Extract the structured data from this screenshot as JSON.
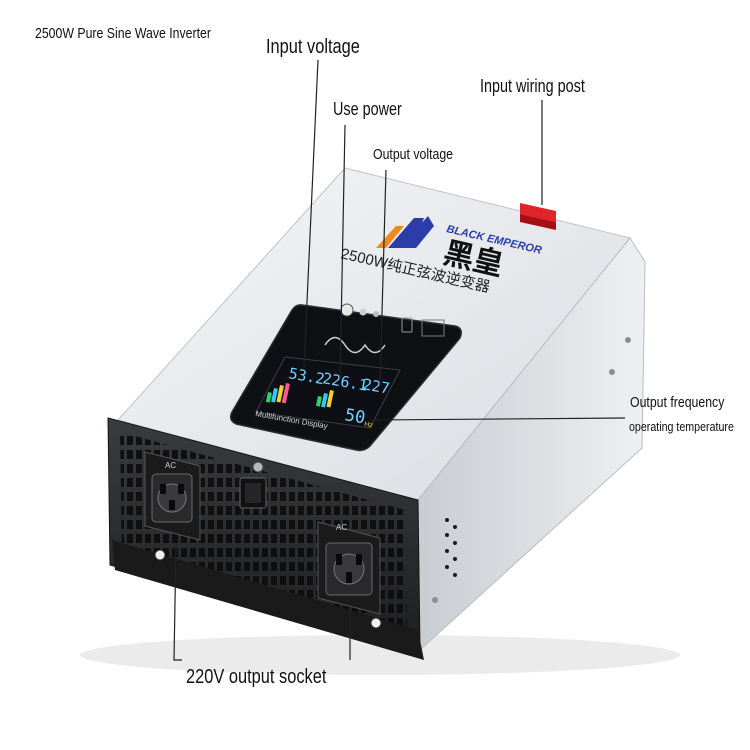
{
  "title": "2500W Pure Sine Wave Inverter",
  "callouts": {
    "input_voltage": "Input voltage",
    "use_power": "Use power",
    "output_voltage": "Output voltage",
    "input_wiring_post": "Input wiring post",
    "output_frequency": "Output frequency",
    "operating_temperature": "operating temperature",
    "output_socket": "220V output socket"
  },
  "device": {
    "brand_en": "BLACK EMPEROR",
    "brand_cn": "黑皇",
    "model_cn": "2500W纯正弦波逆变器",
    "display_label": "Multifunction Display",
    "readout_input": "53.2",
    "readout_power": "226.1",
    "readout_output": "227",
    "readout_freq": "50",
    "freq_unit": "Hz",
    "socket_label": "AC"
  },
  "colors": {
    "housing": "#e8eaed",
    "front_panel": "#2a2a2c",
    "screen_bg": "#0d0f14",
    "display_text": "#6fd2ff",
    "terminal": "#c8141a",
    "brand_blue": "#2a3da8",
    "brand_orange": "#f08a1c"
  }
}
